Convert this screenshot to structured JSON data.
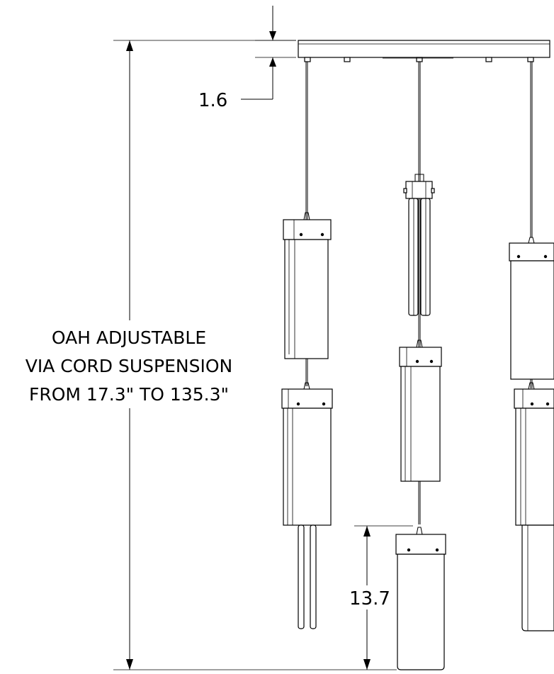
{
  "dimensions": {
    "canopy_height": "1.6",
    "oah_line1": "OAH ADJUSTABLE",
    "oah_line2": "VIA CORD SUSPENSION",
    "oah_line3": "FROM 17.3\" TO 135.3\"",
    "pendant_height": "13.7"
  }
}
